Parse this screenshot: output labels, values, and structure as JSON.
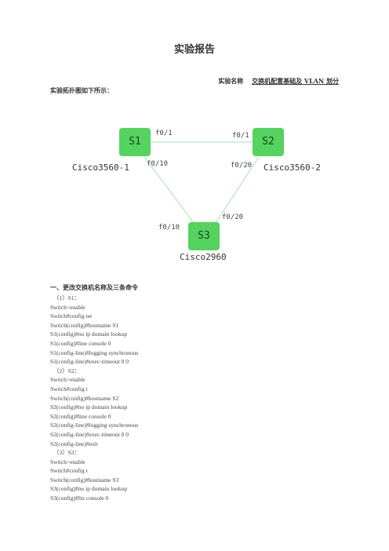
{
  "document": {
    "title": "实验报告",
    "experiment_name_label": "实验名称",
    "experiment_name_value": "交换机配置基础及 VLAN 划分",
    "topology_intro": "实验拓扑图如下所示："
  },
  "diagram": {
    "line_color": "#a6e0a9",
    "switch_color": "#54d35e",
    "switches": [
      {
        "id": "S1",
        "label": "S1",
        "model": "Cisco3560-1"
      },
      {
        "id": "S2",
        "label": "S2",
        "model": "Cisco3560-2"
      },
      {
        "id": "S3",
        "label": "S3",
        "model": "Cisco2960"
      }
    ],
    "ports": {
      "s1_to_s2": "f0/1",
      "s2_to_s1": "f0/1",
      "s1_to_s3": "f0/10",
      "s2_to_s3": "f0/20",
      "s3_to_s1": "f0/10",
      "s3_to_s2": "f0/20"
    }
  },
  "section1": {
    "heading": "一、更改交换机名称及三条命令",
    "lines": [
      "（1）S1：",
      "Switch>enable",
      "Switch#config ter",
      "Switch(config)#hostname S1",
      "S1(config)#no ip domain lookup",
      "S1(config)#line console 0",
      "S1(config-line)#logging synchronous",
      "S1(config-line)#exec-timeout 0 0",
      "（2）S2：",
      "Switch>enable",
      "Switch#config t",
      "Switch(config)#hostname S2",
      "S2(config)#no ip domain lookup",
      "S2(config)#line console 0",
      "S2(config-line)#logging synchronous",
      "S2(config-line)#exec-timeout 0 0",
      "S2(config-line)#exit",
      "（3）S3：",
      "Switch>enable",
      "Switch#config t",
      "Switch(config)#hostname S3",
      "S3(config)#no ip domain lookup",
      "S3(config)#lin console 0"
    ]
  }
}
